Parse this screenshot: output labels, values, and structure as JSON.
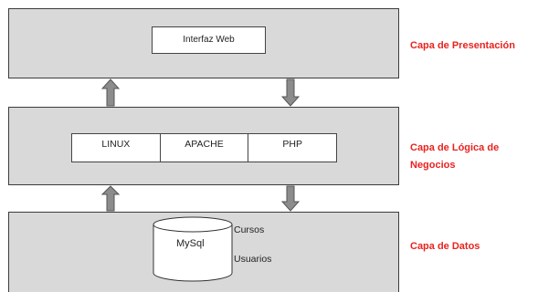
{
  "layers": {
    "presentation": {
      "component": "Interfaz Web",
      "caption": "Capa de Presentación"
    },
    "logic": {
      "components": [
        "LINUX",
        "APACHE",
        "PHP"
      ],
      "caption_line1": "Capa de Lógica de",
      "caption_line2": "Negocios"
    },
    "data": {
      "database": "MySql",
      "tables": [
        "Cursos",
        "Usuarios"
      ],
      "caption": "Capa de Datos"
    }
  },
  "colors": {
    "layer_fill": "#d9d9d9",
    "caption": "#e8231f",
    "arrow_fill": "#8c8c8c"
  }
}
